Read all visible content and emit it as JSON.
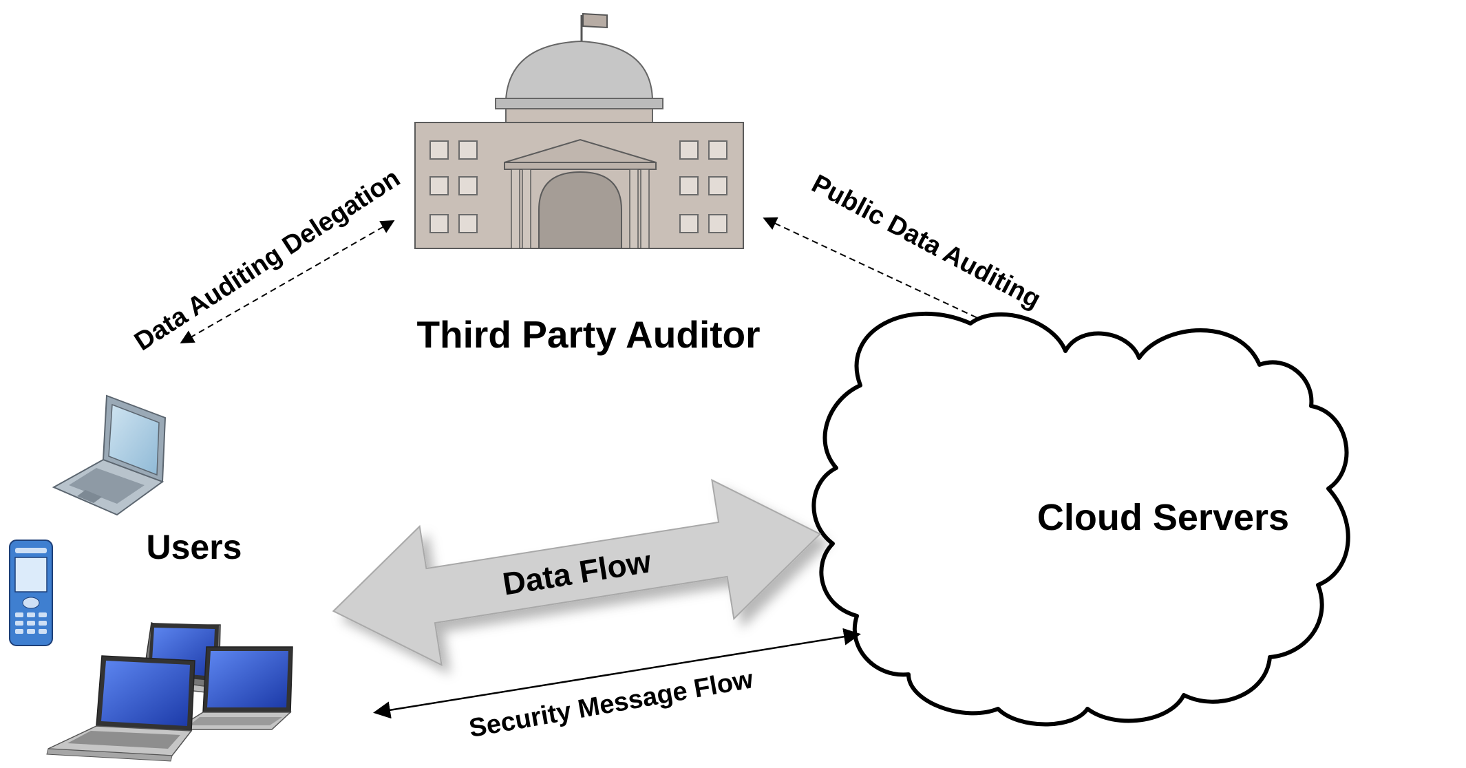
{
  "labels": {
    "auditor": "Third Party Auditor",
    "users": "Users",
    "cloud": "Cloud Servers",
    "delegation": "Data Auditing Delegation",
    "public_auditing": "Public Data Auditing",
    "data_flow": "Data Flow",
    "security_flow": "Security Message Flow"
  },
  "colors": {
    "building": "#c9bfb7",
    "building_outline": "#5b5b5b",
    "dome": "#c4c4c4",
    "data_flow_arrow": "#d0d0d0",
    "laptop_screen": "#2f55c8",
    "cloud_fill": "#ffffff",
    "cloud_outline": "#000000"
  },
  "icons": [
    "government-building-icon",
    "laptop-icon",
    "mobile-phone-icon",
    "cloud-icon"
  ]
}
